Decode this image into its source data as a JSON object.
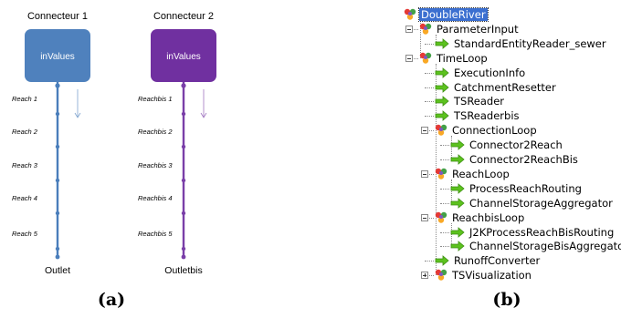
{
  "panel_a": {
    "caption": "(a)",
    "connectors": [
      {
        "title": "Connecteur 1",
        "box_label": "inValues",
        "outlet_label": "Outlet",
        "reaches": [
          "Reach 1",
          "Reach 2",
          "Reach 3",
          "Reach 4",
          "Reach 5"
        ],
        "color": "#4f81bd",
        "line_color": "#4a7ebb"
      },
      {
        "title": "Connecteur 2",
        "box_label": "inValues",
        "outlet_label": "Outletbis",
        "reaches": [
          "Reachbis 1",
          "Reachbis 2",
          "Reachbis 3",
          "Reachbis 4",
          "Reachbis 5"
        ],
        "color": "#7030a0",
        "line_color": "#7a3fa8"
      }
    ]
  },
  "panel_b": {
    "caption": "(b)",
    "tree": [
      {
        "label": "DoubleRiver",
        "depth": 0,
        "icon": "context-icon",
        "expander": "none",
        "selected": true
      },
      {
        "label": "ParameterInput",
        "depth": 1,
        "icon": "context-icon",
        "expander": "expanded"
      },
      {
        "label": "StandardEntityReader_sewer",
        "depth": 2,
        "icon": "component-icon",
        "expander": "none"
      },
      {
        "label": "TimeLoop",
        "depth": 1,
        "icon": "context-icon",
        "expander": "expanded"
      },
      {
        "label": "ExecutionInfo",
        "depth": 2,
        "icon": "component-icon",
        "expander": "none"
      },
      {
        "label": "CatchmentResetter",
        "depth": 2,
        "icon": "component-icon",
        "expander": "none"
      },
      {
        "label": "TSReader",
        "depth": 2,
        "icon": "component-icon",
        "expander": "none"
      },
      {
        "label": "TSReaderbis",
        "depth": 2,
        "icon": "component-icon",
        "expander": "none"
      },
      {
        "label": "ConnectionLoop",
        "depth": 2,
        "icon": "context-icon",
        "expander": "expanded"
      },
      {
        "label": "Connector2Reach",
        "depth": 3,
        "icon": "component-icon",
        "expander": "none"
      },
      {
        "label": "Connector2ReachBis",
        "depth": 3,
        "icon": "component-icon",
        "expander": "none"
      },
      {
        "label": "ReachLoop",
        "depth": 2,
        "icon": "context-icon",
        "expander": "expanded"
      },
      {
        "label": "ProcessReachRouting",
        "depth": 3,
        "icon": "component-icon",
        "expander": "none"
      },
      {
        "label": "ChannelStorageAggregator",
        "depth": 3,
        "icon": "component-icon",
        "expander": "none"
      },
      {
        "label": "ReachbisLoop",
        "depth": 2,
        "icon": "context-icon",
        "expander": "expanded"
      },
      {
        "label": "J2KProcessReachBisRouting",
        "depth": 3,
        "icon": "component-icon",
        "expander": "none"
      },
      {
        "label": "ChannelStorageBisAggregator",
        "depth": 3,
        "icon": "component-icon",
        "expander": "none"
      },
      {
        "label": "RunoffConverter",
        "depth": 2,
        "icon": "component-icon",
        "expander": "none"
      },
      {
        "label": "TSVisualization",
        "depth": 2,
        "icon": "context-icon",
        "expander": "collapsed"
      }
    ]
  }
}
